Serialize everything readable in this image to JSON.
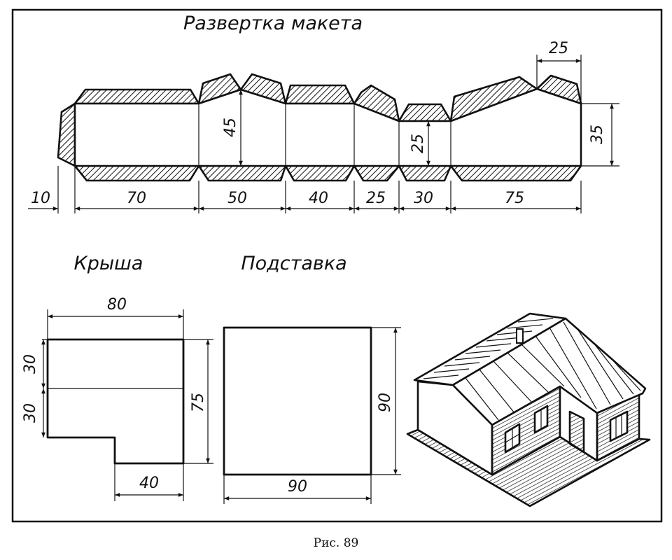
{
  "titles": {
    "unfolding": "Развертка макета",
    "roof": "Крыша",
    "stand": "Подставка"
  },
  "unfolding_dims": {
    "d10": "10",
    "d70": "70",
    "d50": "50",
    "d40": "40",
    "d25": "25",
    "d30": "30",
    "d75": "75",
    "h45": "45",
    "h25": "25",
    "h35": "35",
    "top25": "25"
  },
  "roof_dims": {
    "w80": "80",
    "h30a": "30",
    "h30b": "30",
    "h75": "75",
    "w40": "40"
  },
  "stand_dims": {
    "h90": "90",
    "w90": "90"
  },
  "caption": "Рис. 89"
}
